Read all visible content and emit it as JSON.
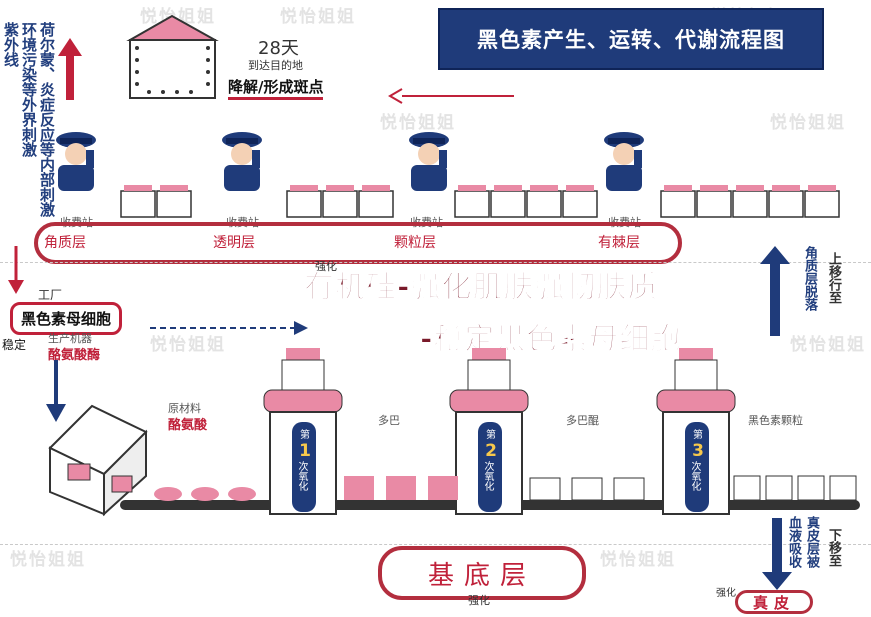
{
  "title": "黑色素产生、运转、代谢流程图",
  "top_left_vertical": [
    "紫外线",
    "环境污染等外界刺激",
    "荷尔蒙、炎症反应等内部刺激"
  ],
  "days": "28天",
  "arrive": "到达目的地",
  "degrade": "降解/形成斑点",
  "station": "收费站",
  "layers": [
    "角质层",
    "透明层",
    "颗粒层",
    "有棘层"
  ],
  "strengthen_small": "强化",
  "overlay_line1": "有机硅-强化肌肤强韧肤质",
  "overlay_line2": "-稳定黑色素母细胞",
  "factory": "工厂",
  "melanocyte": "黑色素母细胞",
  "stable": "稳定",
  "machine": "生产机器",
  "enzyme": "酪氨酸酶",
  "raw_material": "原材料",
  "tyrosine": "酪氨酸",
  "dopa": "多巴",
  "dopaquinone": "多巴醌",
  "melanin_granule": "黑色素颗粒",
  "tower_labels": [
    {
      "prefix": "第",
      "num": "1",
      "suffix": "次氧化"
    },
    {
      "prefix": "第",
      "num": "2",
      "suffix": "次氧化"
    },
    {
      "prefix": "第",
      "num": "3",
      "suffix": "次氧化"
    }
  ],
  "right_up_vertical": [
    "角质层脱落",
    "上移行至"
  ],
  "right_down_vertical": [
    "血液吸收",
    "真皮层被",
    "下移至"
  ],
  "basal_layer": "基底层",
  "dermis": "真皮",
  "strengthen_bottom": "强化",
  "strengthen_dermis": "强化",
  "watermark": "悦怡姐姐",
  "colors": {
    "navy": "#1f3b7a",
    "red": "#c0213a",
    "pink": "#e98aa5",
    "dark_red": "#7a1a2a"
  }
}
